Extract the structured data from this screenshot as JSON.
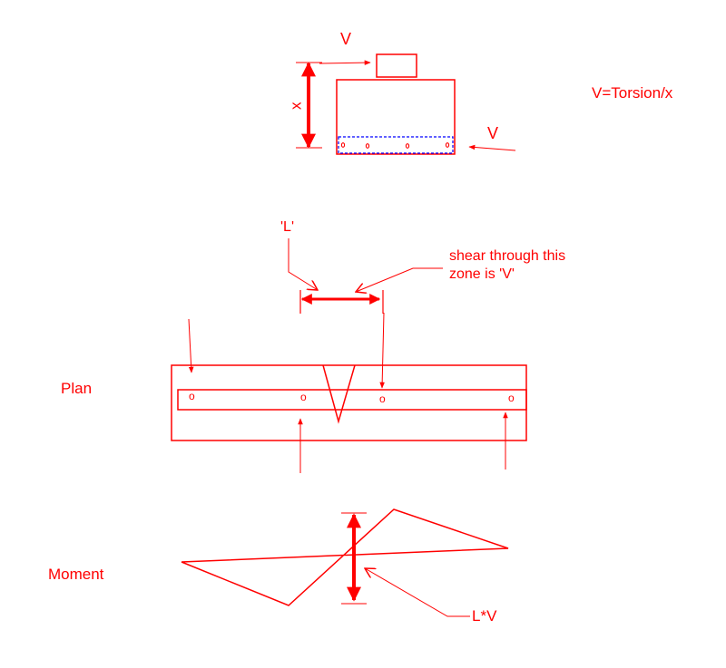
{
  "colors": {
    "line": "#ff0000",
    "dashed_box": "#0000ff",
    "background": "#ffffff"
  },
  "section": {
    "v_top": "V",
    "x_label": "x",
    "v_right": "V",
    "formula": "V=Torsion/x"
  },
  "plan": {
    "l_label": "'L'",
    "shear_note_line1": "shear through this",
    "shear_note_line2": "zone is 'V'",
    "title": "Plan",
    "hole_marks": [
      "o",
      "o",
      "o",
      "o"
    ]
  },
  "moment": {
    "title": "Moment",
    "lv_label": "L*V"
  }
}
